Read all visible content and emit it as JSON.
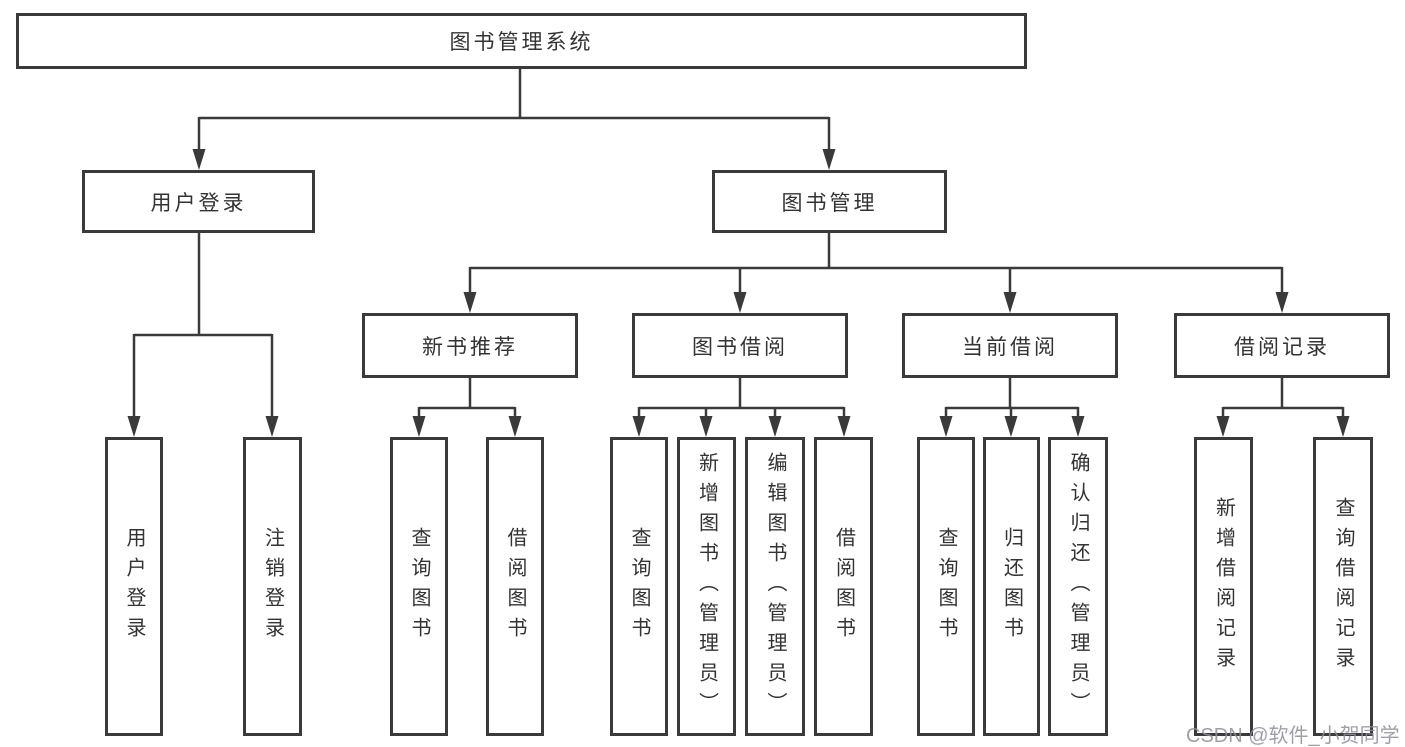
{
  "colors": {
    "background": "#ffffff",
    "line": "#3a3a3a",
    "box_border": "#3a3a3a",
    "text": "#333333",
    "watermark": "#8f8f9c"
  },
  "diagram": {
    "root": {
      "label": "图书管理系统"
    },
    "branches": [
      {
        "label": "用户登录",
        "children": [
          {
            "label": "用户登录"
          },
          {
            "label": "注销登录"
          }
        ]
      },
      {
        "label": "图书管理",
        "children": [
          {
            "label": "新书推荐",
            "children": [
              {
                "label": "查询图书"
              },
              {
                "label": "借阅图书"
              }
            ]
          },
          {
            "label": "图书借阅",
            "children": [
              {
                "label": "查询图书"
              },
              {
                "label": "新增图书（管理员）"
              },
              {
                "label": "编辑图书（管理员）"
              },
              {
                "label": "借阅图书"
              }
            ]
          },
          {
            "label": "当前借阅",
            "children": [
              {
                "label": "查询图书"
              },
              {
                "label": "归还图书"
              },
              {
                "label": "确认归还（管理员）"
              }
            ]
          },
          {
            "label": "借阅记录",
            "children": [
              {
                "label": "新增借阅记录"
              },
              {
                "label": "查询借阅记录"
              }
            ]
          }
        ]
      }
    ]
  },
  "watermark": {
    "text": "CSDN @软件_小贺同学"
  }
}
